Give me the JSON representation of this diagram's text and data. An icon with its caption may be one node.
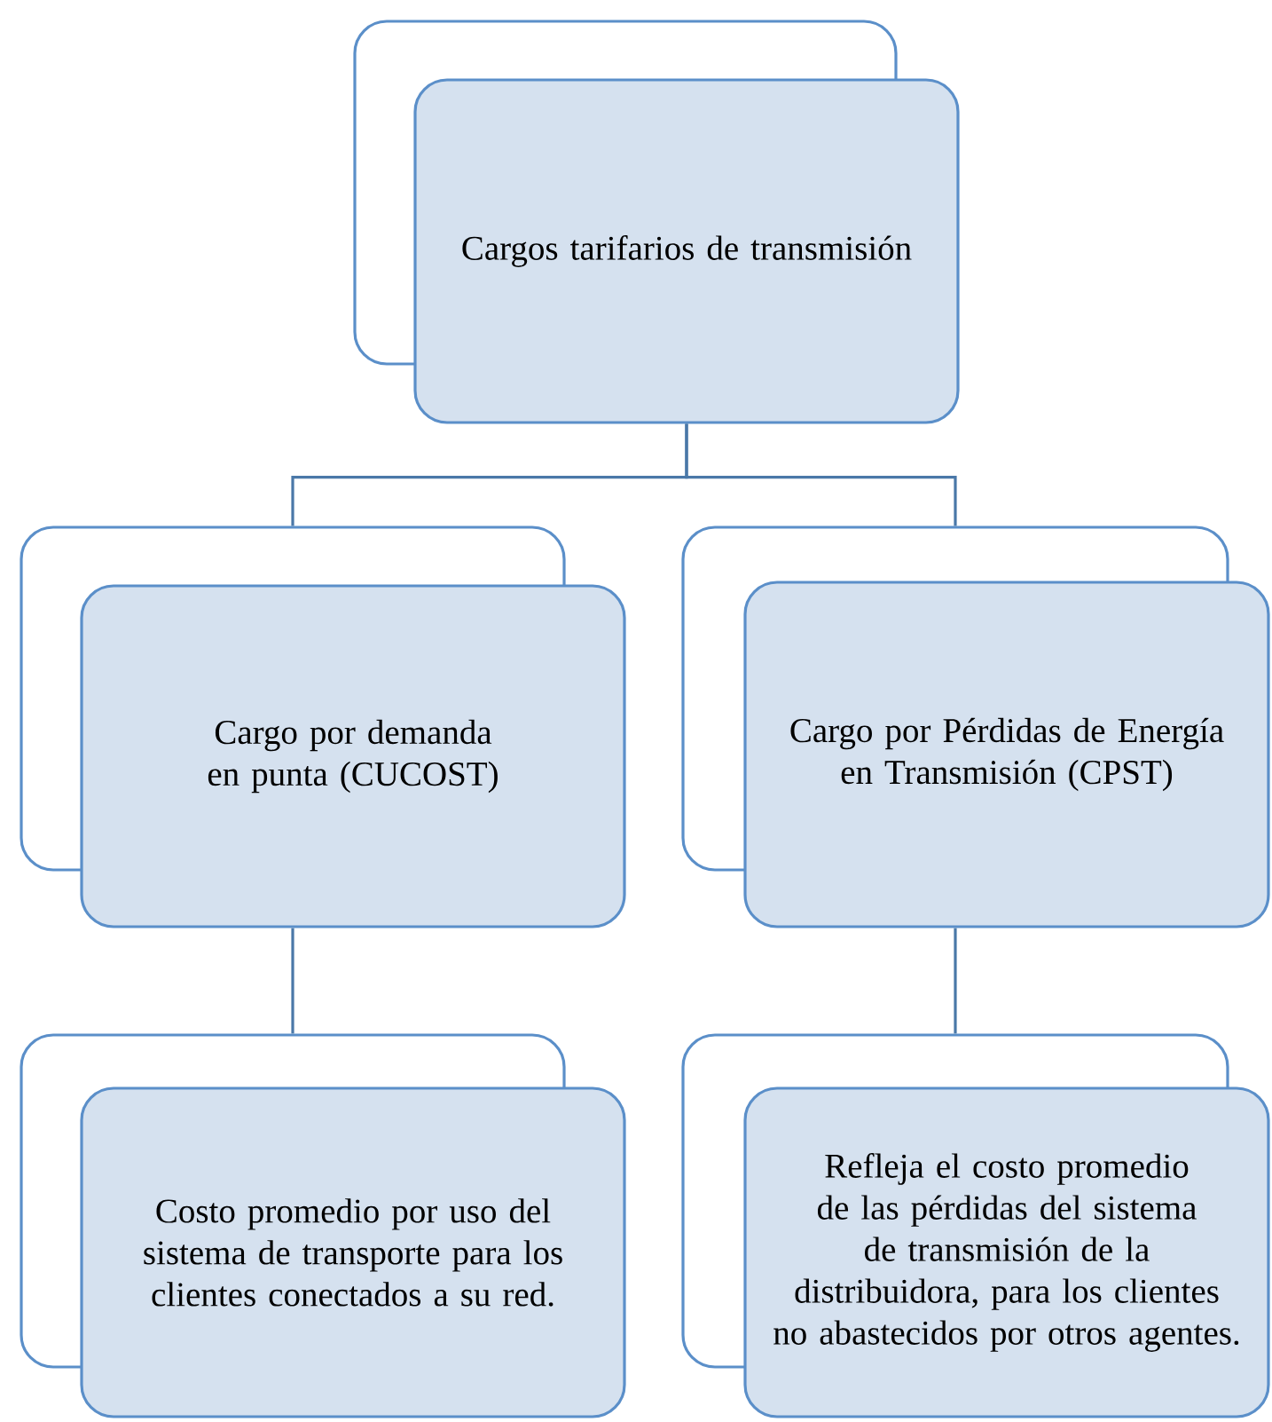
{
  "diagram": {
    "nodes": [
      {
        "text": [
          "Cargos tarifarios de transmisión"
        ]
      },
      {
        "text": [
          "Cargo por demanda en punta (CUCOST)"
        ]
      },
      {
        "text": [
          "Cargo por Pérdidas de Energía en Transmisión (CPST)"
        ]
      },
      {
        "text": [
          "Costo promedio por uso del sistema de transporte para los clientes conectados a su red."
        ]
      },
      {
        "text": [
          "Refleja el costo promedio de las pérdidas del sistema de transmisión de la distribuidora, para los clientes no abastecidos por otros agentes."
        ]
      }
    ],
    "edges": [
      {
        "from": 0,
        "to": 1,
        "arrow": "none"
      },
      {
        "from": 0,
        "to": 2,
        "arrow": "none"
      },
      {
        "from": 1,
        "to": 3,
        "arrow": "none"
      },
      {
        "from": 2,
        "to": 4,
        "arrow": "none"
      }
    ]
  }
}
